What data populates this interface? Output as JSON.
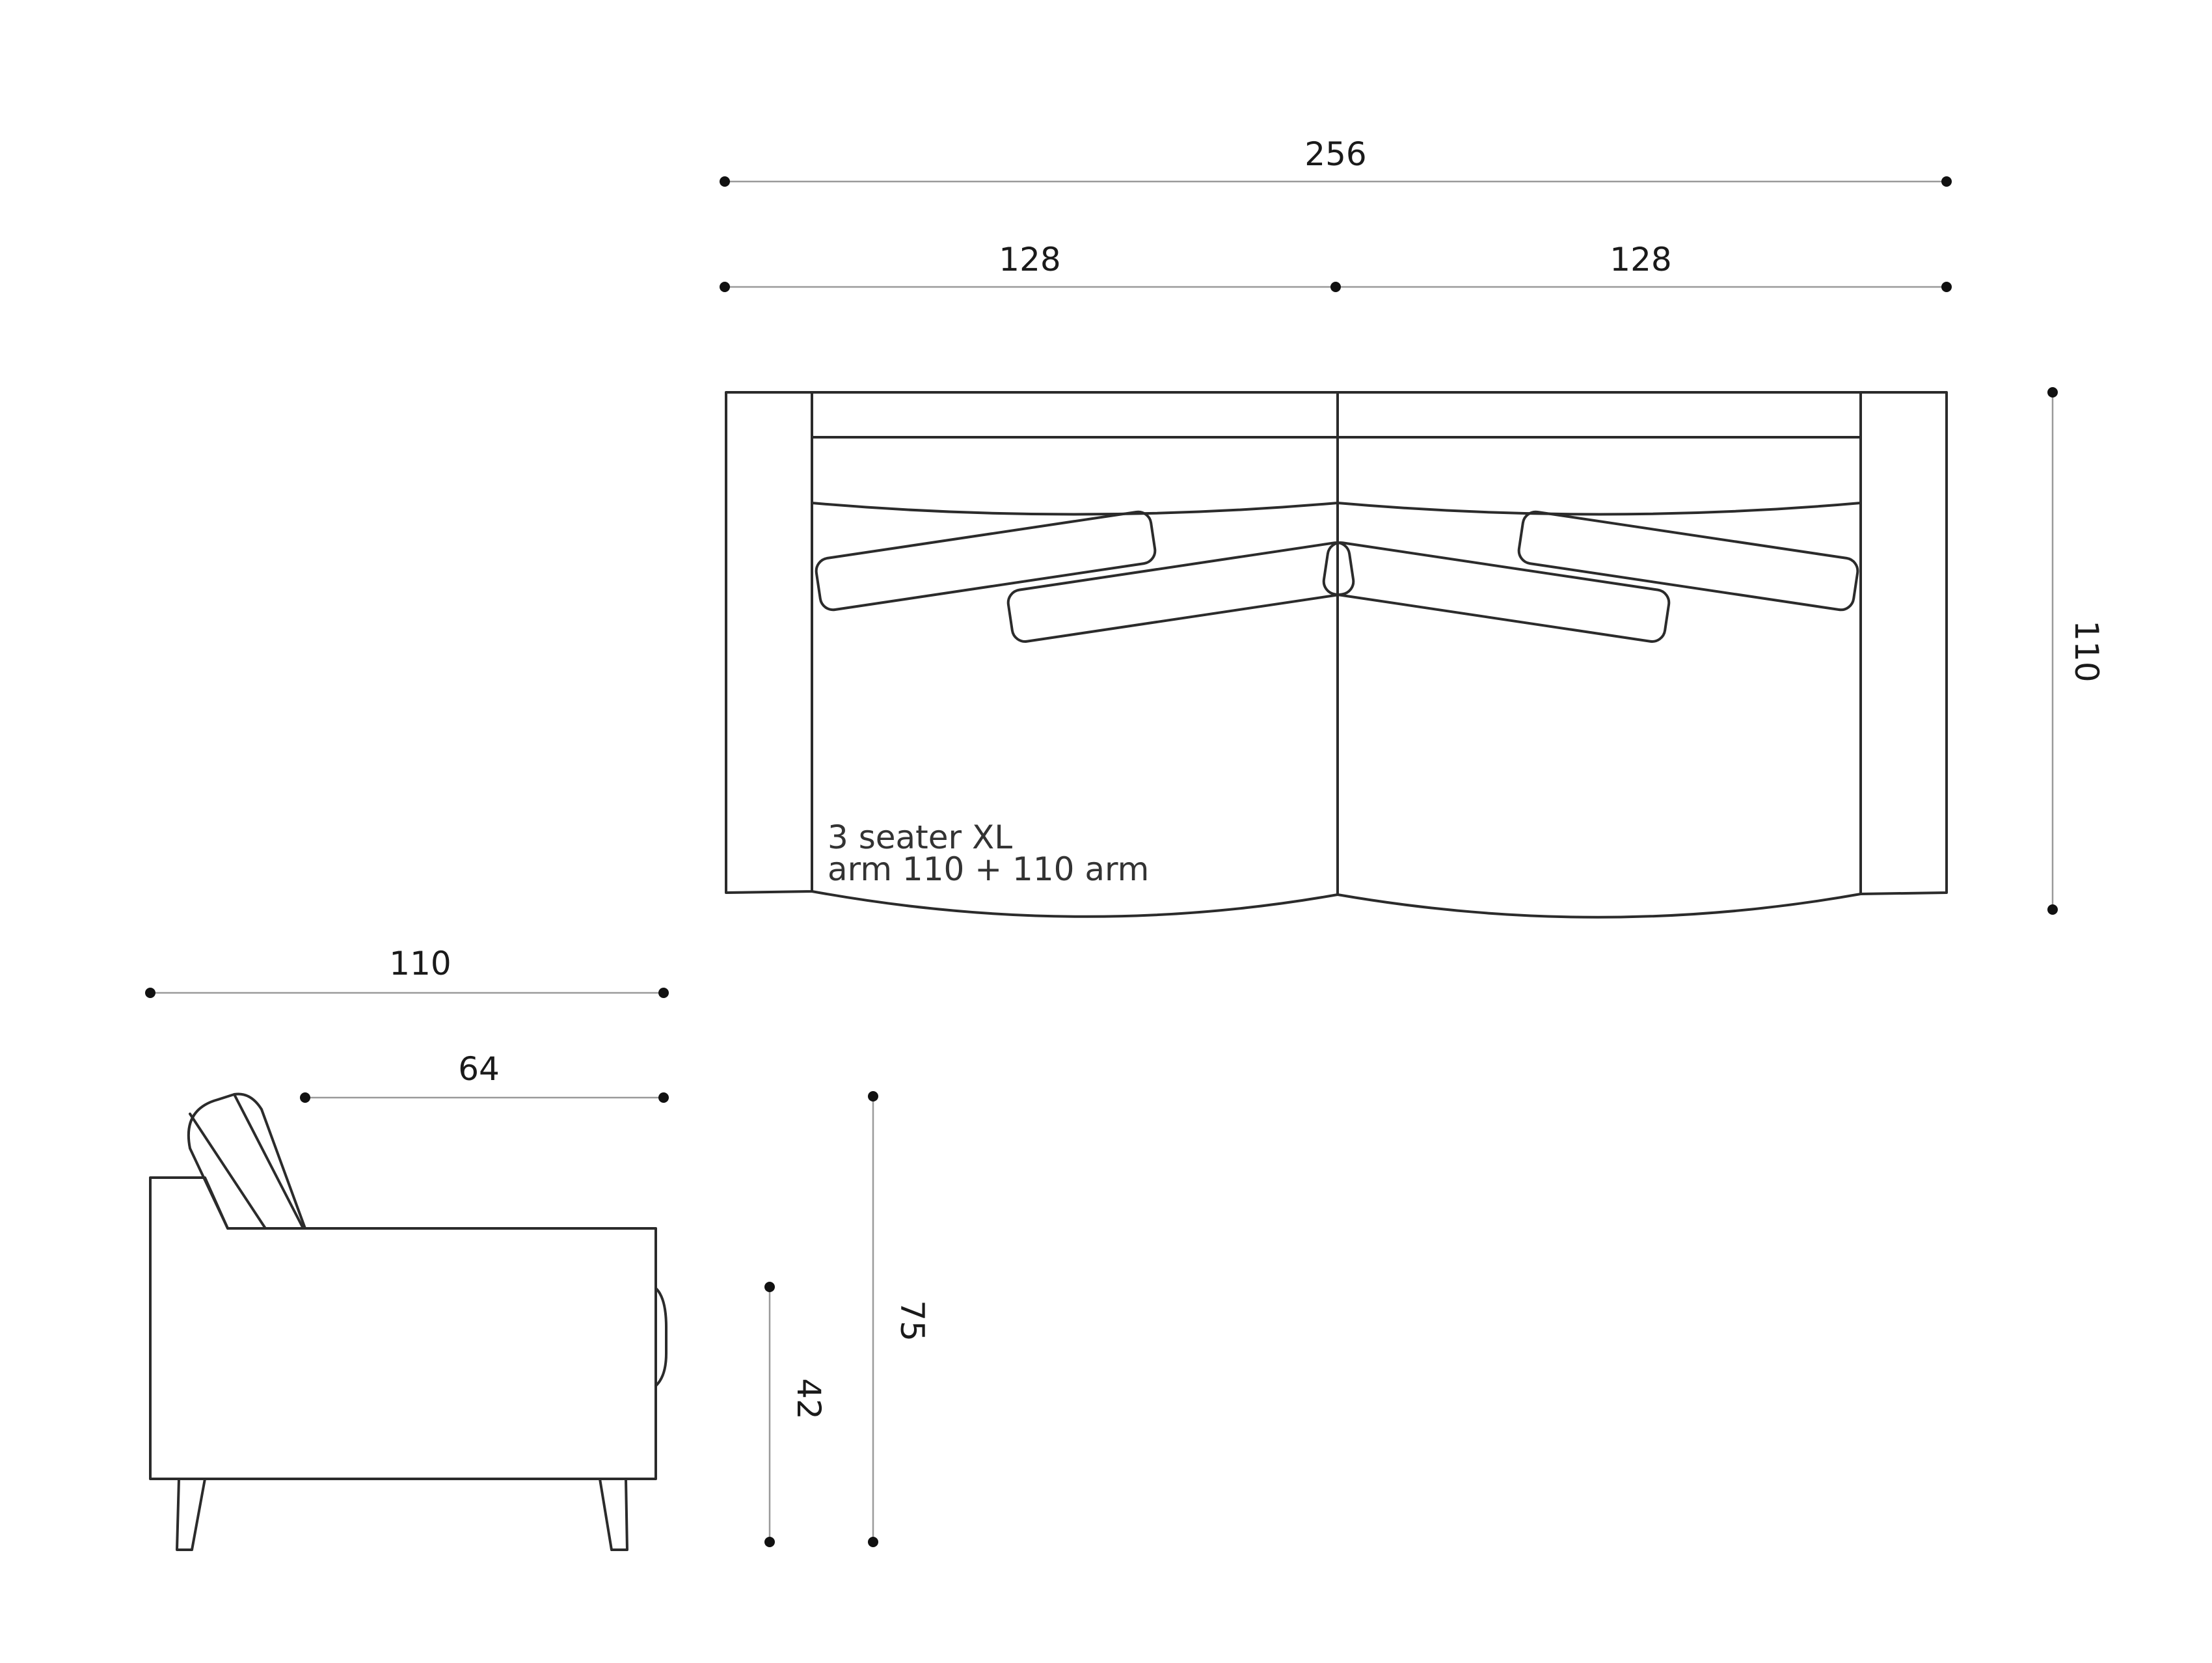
{
  "top_view": {
    "dims": {
      "overall_width": "256",
      "half_left": "128",
      "half_right": "128",
      "depth": "110"
    },
    "caption": {
      "line1": "3 seater XL",
      "line2": "arm 110 + 110 arm"
    }
  },
  "side_view": {
    "dims": {
      "depth": "110",
      "seat_depth": "64",
      "seat_height": "42",
      "total_height": "75"
    }
  },
  "colors": {
    "outline": "#2b2b2b",
    "dimension_line": "#9a9a9a",
    "dimension_dot": "#111111"
  }
}
